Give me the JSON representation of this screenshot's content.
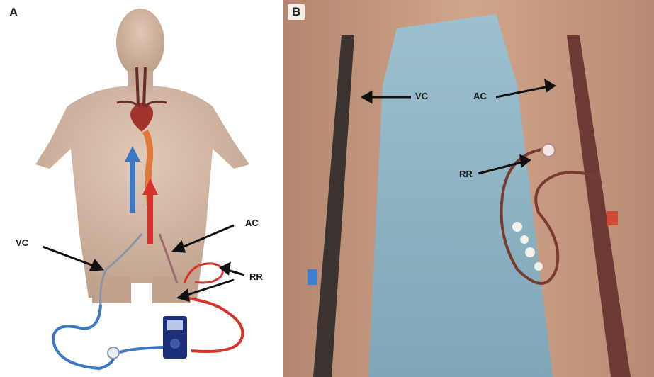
{
  "panel_a": {
    "letter": "A",
    "labels": {
      "vc": "VC",
      "ac": "AC",
      "rr": "RR"
    }
  },
  "panel_b": {
    "letter": "B",
    "labels": {
      "vc": "VC",
      "ac": "AC",
      "rr": "RR"
    }
  },
  "colors": {
    "venous_blue": "#3b78c4",
    "arterial_red": "#d8332a",
    "device_blue": "#1e2f7a",
    "drape_blue": "#8fb3c4",
    "skin": "#c99b82"
  }
}
